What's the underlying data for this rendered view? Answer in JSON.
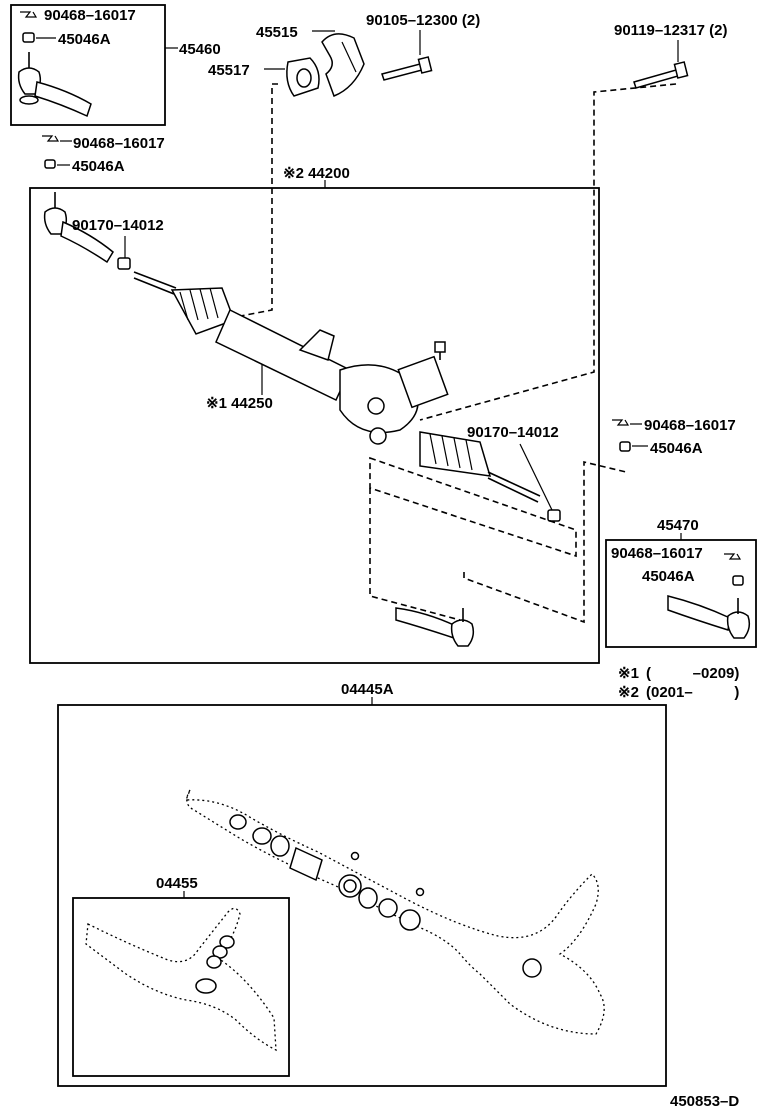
{
  "callouts": {
    "tl_clip": "90468–16017",
    "tl_nut": "45046A",
    "tl_box": "45460",
    "tl_clip2": "90468–16017",
    "tl_nut2": "45046A",
    "bracket_a": "45515",
    "bracket_b": "45517",
    "bolt_a": "90105–12300 (2)",
    "bolt_b": "90119–12317 (2)",
    "gear_assy": "※2 44200",
    "nut_left": "90170–14012",
    "rack": "※1 44250",
    "nut_right": "90170–14012",
    "r_clip": "90468–16017",
    "r_nut": "45046A",
    "r_box": "45470",
    "r_box_clip": "90468–16017",
    "r_box_nut": "45046A",
    "kit": "04445A",
    "kit_inner": "04455",
    "drawing_no": "450853–D"
  },
  "notes": {
    "note1_mark": "※1",
    "note1_range": "(          –0209)",
    "note2_mark": "※2",
    "note2_range": "(0201–          )"
  }
}
